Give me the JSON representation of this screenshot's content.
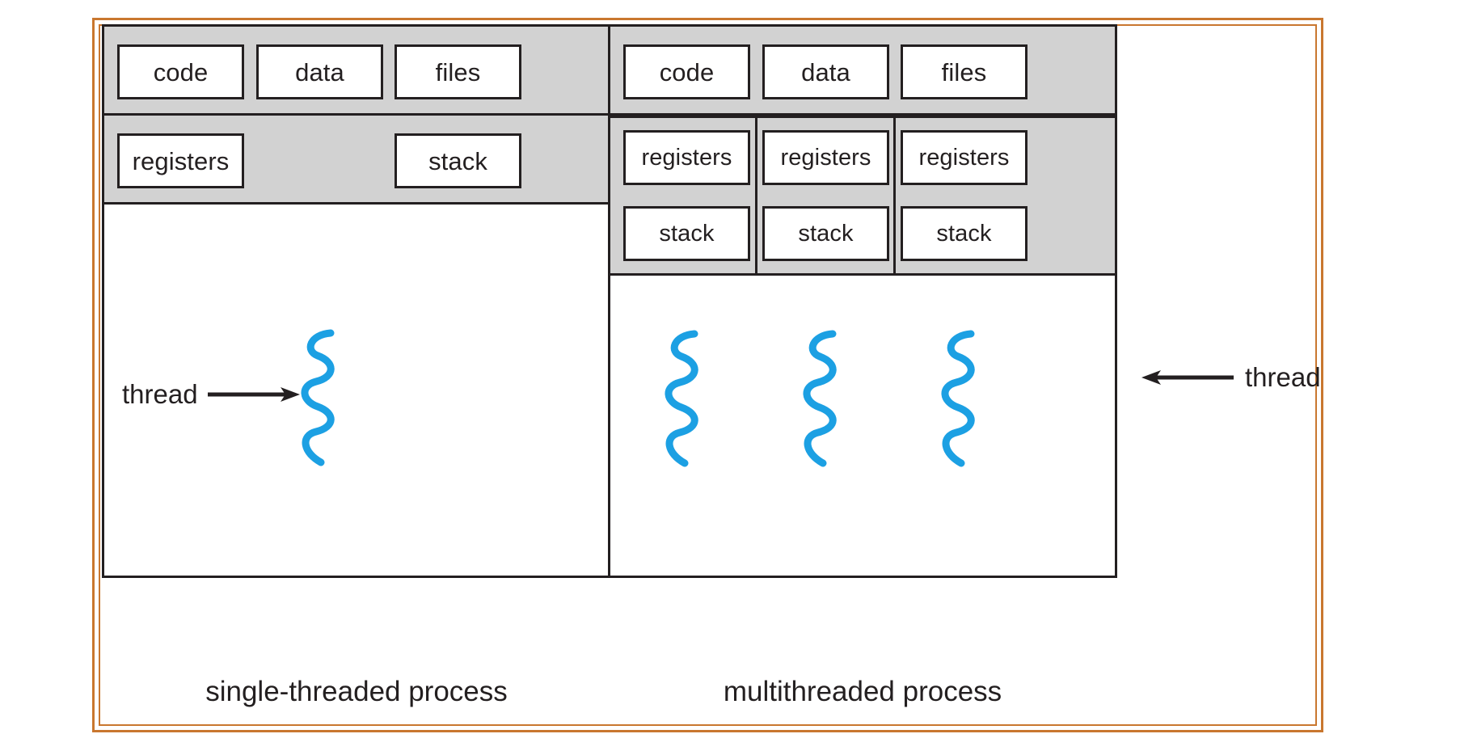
{
  "figure": {
    "frame_color": "#C9772F",
    "line_color": "#231f20",
    "band_color": "#d2d2d2",
    "thread_color": "#1CA0E3"
  },
  "single_threaded": {
    "caption": "single-threaded process",
    "shared_row": [
      {
        "label": "code"
      },
      {
        "label": "data"
      },
      {
        "label": "files"
      }
    ],
    "thread_row": [
      {
        "label": "registers"
      },
      {
        "label": "stack"
      }
    ],
    "callout": {
      "label": "thread",
      "arrow": "arrow-right-icon"
    },
    "threads": [
      {
        "name": "thread-squiggle"
      }
    ]
  },
  "multithreaded": {
    "caption": "multithreaded process",
    "shared_row": [
      {
        "label": "code"
      },
      {
        "label": "data"
      },
      {
        "label": "files"
      }
    ],
    "lanes": [
      {
        "registers": "registers",
        "stack": "stack"
      },
      {
        "registers": "registers",
        "stack": "stack"
      },
      {
        "registers": "registers",
        "stack": "stack"
      }
    ],
    "callout": {
      "label": "thread",
      "arrow": "arrow-left-icon"
    }
  }
}
